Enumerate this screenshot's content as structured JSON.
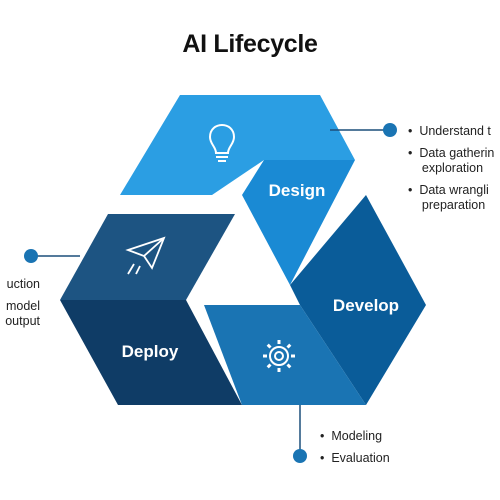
{
  "title": "AI Lifecycle",
  "colors": {
    "design_dark": "#1a8ad4",
    "design_light": "#2b9ee3",
    "develop_dark": "#0a5c99",
    "develop_light": "#1a74b3",
    "deploy_dark": "#0f3c66",
    "deploy_light": "#1d5482",
    "connector": "#1c4f7a",
    "dot": "#1a74b3",
    "text": "#111111",
    "white": "#ffffff"
  },
  "stages": {
    "design": {
      "label": "Design",
      "icon": "lightbulb-icon"
    },
    "develop": {
      "label": "Develop",
      "icon": "gear-icon"
    },
    "deploy": {
      "label": "Deploy",
      "icon": "paper-plane-icon"
    }
  },
  "callouts": {
    "design": [
      "Understand t",
      "Data gatherin exploration",
      "Data wrangli preparation"
    ],
    "deploy": [
      "uction",
      "model output"
    ],
    "develop": [
      "Modeling",
      "Evaluation"
    ]
  },
  "callout_lines": {
    "design": [
      [
        "Understand t"
      ],
      [
        "Data gatherin",
        "exploration"
      ],
      [
        "Data wrangli",
        "preparation"
      ]
    ],
    "deploy": [
      [
        "uction"
      ],
      [
        "model",
        "output"
      ]
    ],
    "develop": [
      [
        "Modeling"
      ],
      [
        "Evaluation"
      ]
    ]
  }
}
